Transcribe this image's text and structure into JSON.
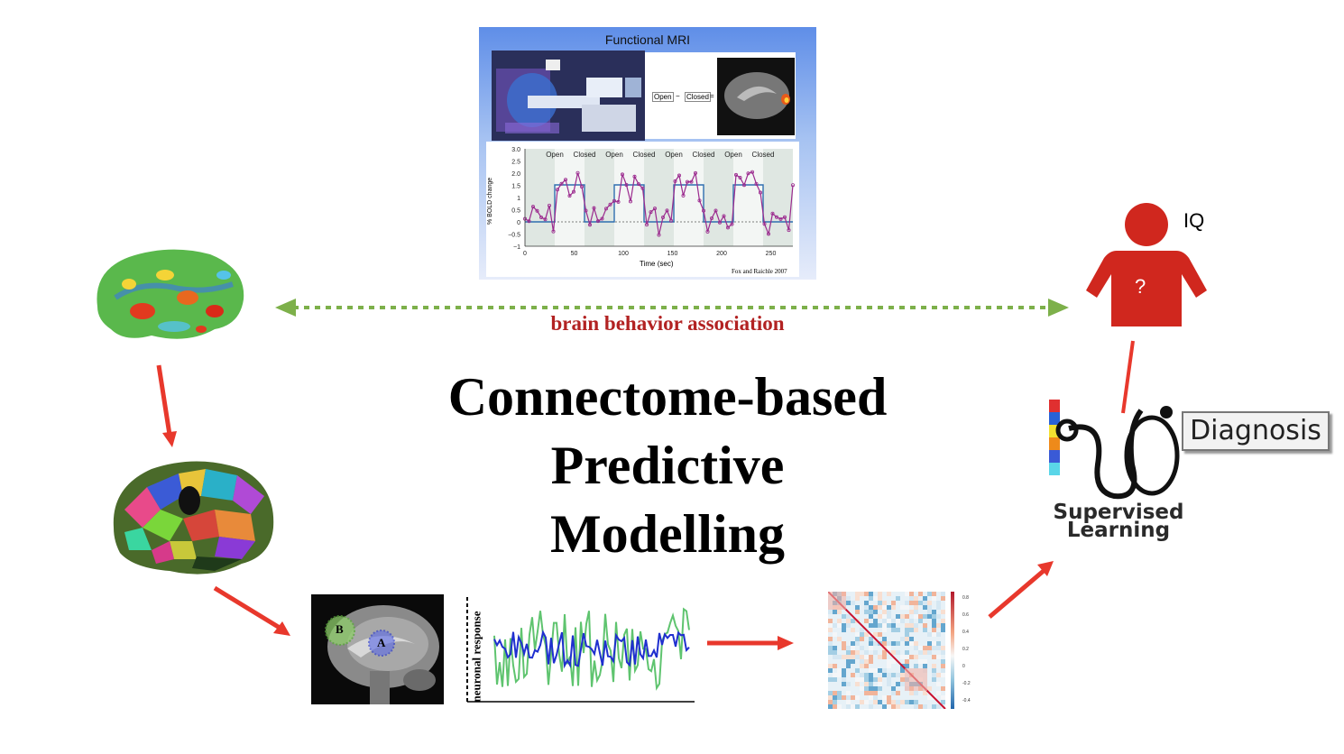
{
  "title_lines": [
    "Connectome-based",
    "Predictive",
    "Modelling"
  ],
  "association_label": "brain behavior association",
  "iq_label": "IQ",
  "person_glyph": "?",
  "fmri": {
    "title": "Functional MRI",
    "condition_labels": [
      "Open",
      "Closed",
      "Open",
      "Closed",
      "Open",
      "Closed",
      "Open",
      "Closed"
    ],
    "equation_open": "Open",
    "equation_minus": "−",
    "equation_closed": "Closed",
    "equation_equals": "=",
    "ylabel": "% BOLD change",
    "xlabel": "Time (sec)",
    "yticks": [
      "3.0",
      "2.5",
      "2.0",
      "1.5",
      "1",
      "0.5",
      "0",
      "−0.5",
      "−1"
    ],
    "xticks": [
      "0",
      "50",
      "100",
      "150",
      "200",
      "250"
    ],
    "credit": "Fox and Raichle 2007"
  },
  "roi_labels": [
    "B",
    "A"
  ],
  "signal_ylabel": "neuronal response",
  "colorbar_ticks": [
    "0.8",
    "0.6",
    "0.4",
    "0.2",
    "0",
    "-0.2",
    "-0.4"
  ],
  "supervised_learning": [
    "Supervised",
    "Learning"
  ],
  "diagnosis_label": "Diagnosis",
  "colors": {
    "arrow_red": "#e8382c",
    "dotted_green": "#7db04a",
    "person_red": "#d0271e",
    "assoc_text": "#b22222",
    "signal_green": "#5fc46f",
    "signal_blue": "#1f2fcf"
  }
}
